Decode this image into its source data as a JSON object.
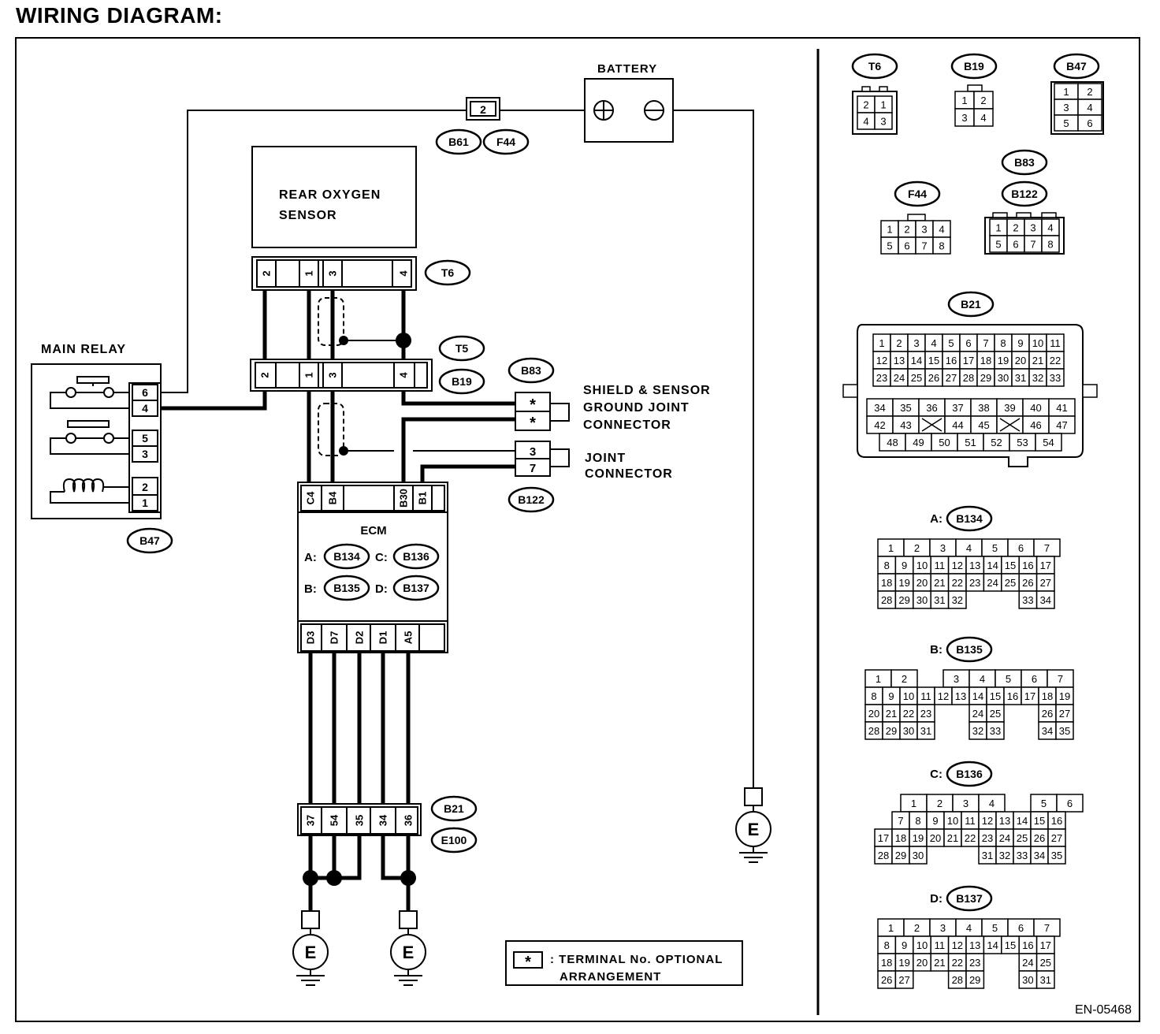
{
  "title": "WIRING DIAGRAM:",
  "doc_code": "EN-05468",
  "labels": {
    "battery": "BATTERY",
    "main_relay": "MAIN RELAY",
    "rear_o2_line1": "REAR OXYGEN",
    "rear_o2_line2": "SENSOR",
    "ecm": "ECM",
    "shield_line1": "SHIELD & SENSOR",
    "shield_line2": "GROUND JOINT",
    "shield_line3": "CONNECTOR",
    "joint_line1": "JOINT",
    "joint_line2": "CONNECTOR",
    "legend_star": "*",
    "legend_line1": ": TERMINAL No. OPTIONAL",
    "legend_line2": "ARRANGEMENT",
    "ground": "E"
  },
  "connector_ids": {
    "b61": "B61",
    "f44": "F44",
    "t6": "T6",
    "t5": "T5",
    "b19": "B19",
    "b83": "B83",
    "b122": "B122",
    "b47": "B47",
    "b21": "B21",
    "e100": "E100",
    "b134": "B134",
    "b135": "B135",
    "b136": "B136",
    "b137": "B137"
  },
  "ecm_prefixes": {
    "a": "A:",
    "b": "B:",
    "c": "C:",
    "d": "D:"
  },
  "fuse_pin": "2",
  "t6_pins": [
    "2",
    "1",
    "3",
    "4"
  ],
  "b19_pins": [
    "2",
    "1",
    "3",
    "4"
  ],
  "ecm_top_pins": [
    "C4",
    "B4",
    "B30",
    "B1"
  ],
  "ecm_bottom_pins": [
    "D3",
    "D7",
    "D2",
    "D1",
    "A5"
  ],
  "b21_pins": [
    "37",
    "54",
    "35",
    "34",
    "36"
  ],
  "relay_pins": [
    "6",
    "4",
    "5",
    "3",
    "2",
    "1"
  ],
  "shield_pins": [
    "*",
    "*"
  ],
  "joint_pins": [
    "3",
    "7"
  ],
  "pinouts": {
    "t6": [
      [
        "2",
        "1"
      ],
      [
        "4",
        "3"
      ]
    ],
    "b19": [
      [
        "1",
        "2"
      ],
      [
        "3",
        "4"
      ]
    ],
    "b47": [
      [
        "1",
        "2"
      ],
      [
        "3",
        "4"
      ],
      [
        "5",
        "6"
      ]
    ],
    "f44": [
      [
        "1",
        "2",
        "3",
        "4"
      ],
      [
        "5",
        "6",
        "7",
        "8"
      ]
    ],
    "b122": [
      [
        "1",
        "2",
        "3",
        "4"
      ],
      [
        "5",
        "6",
        "7",
        "8"
      ]
    ],
    "b21": [
      [
        "1",
        "2",
        "3",
        "4",
        "5",
        "6",
        "7",
        "8",
        "9",
        "10",
        "11"
      ],
      [
        "12",
        "13",
        "14",
        "15",
        "16",
        "17",
        "18",
        "19",
        "20",
        "21",
        "22"
      ],
      [
        "23",
        "24",
        "25",
        "26",
        "27",
        "28",
        "29",
        "30",
        "31",
        "32",
        "33"
      ],
      [
        "34",
        "35",
        "36",
        "37",
        "38",
        "39",
        "40",
        "41"
      ],
      [
        "42",
        "43",
        "",
        "44",
        "45",
        "",
        "46",
        "47"
      ],
      [
        "48",
        "49",
        "50",
        "51",
        "52",
        "53",
        "54"
      ]
    ],
    "b134": [
      [
        "1",
        "2",
        "3",
        "4",
        "5",
        "6",
        "7"
      ],
      [
        "8",
        "9",
        "10",
        "11",
        "12",
        "13",
        "14",
        "15",
        "16",
        "17"
      ],
      [
        "18",
        "19",
        "20",
        "21",
        "22",
        "23",
        "24",
        "25",
        "26",
        "27"
      ],
      [
        "28",
        "29",
        "30",
        "31",
        "32",
        "",
        "",
        "",
        "33",
        "34"
      ]
    ],
    "b135": [
      [
        "1",
        "2",
        "",
        "3",
        "4",
        "5",
        "6",
        "7"
      ],
      [
        "8",
        "9",
        "10",
        "11",
        "12",
        "13",
        "14",
        "15",
        "16",
        "17",
        "18",
        "19"
      ],
      [
        "20",
        "21",
        "22",
        "23",
        "",
        "",
        "24",
        "25",
        "",
        "",
        "26",
        "27"
      ],
      [
        "28",
        "29",
        "30",
        "31",
        "",
        "",
        "32",
        "33",
        "",
        "",
        "34",
        "35"
      ]
    ],
    "b136": [
      [
        "",
        "1",
        "2",
        "3",
        "4",
        "",
        "5",
        "6"
      ],
      [
        "",
        "7",
        "8",
        "9",
        "10",
        "11",
        "12",
        "13",
        "14",
        "15",
        "16"
      ],
      [
        "17",
        "18",
        "19",
        "20",
        "21",
        "22",
        "23",
        "24",
        "25",
        "26",
        "27"
      ],
      [
        "28",
        "29",
        "30",
        "",
        "",
        "",
        "31",
        "32",
        "33",
        "34",
        "35"
      ]
    ],
    "b137": [
      [
        "1",
        "2",
        "3",
        "4",
        "5",
        "6",
        "7"
      ],
      [
        "8",
        "9",
        "10",
        "11",
        "12",
        "13",
        "14",
        "15",
        "16",
        "17"
      ],
      [
        "18",
        "19",
        "20",
        "21",
        "22",
        "23",
        "",
        "",
        "24",
        "25"
      ],
      [
        "26",
        "27",
        "",
        "",
        "28",
        "29",
        "",
        "",
        "30",
        "31"
      ]
    ]
  }
}
